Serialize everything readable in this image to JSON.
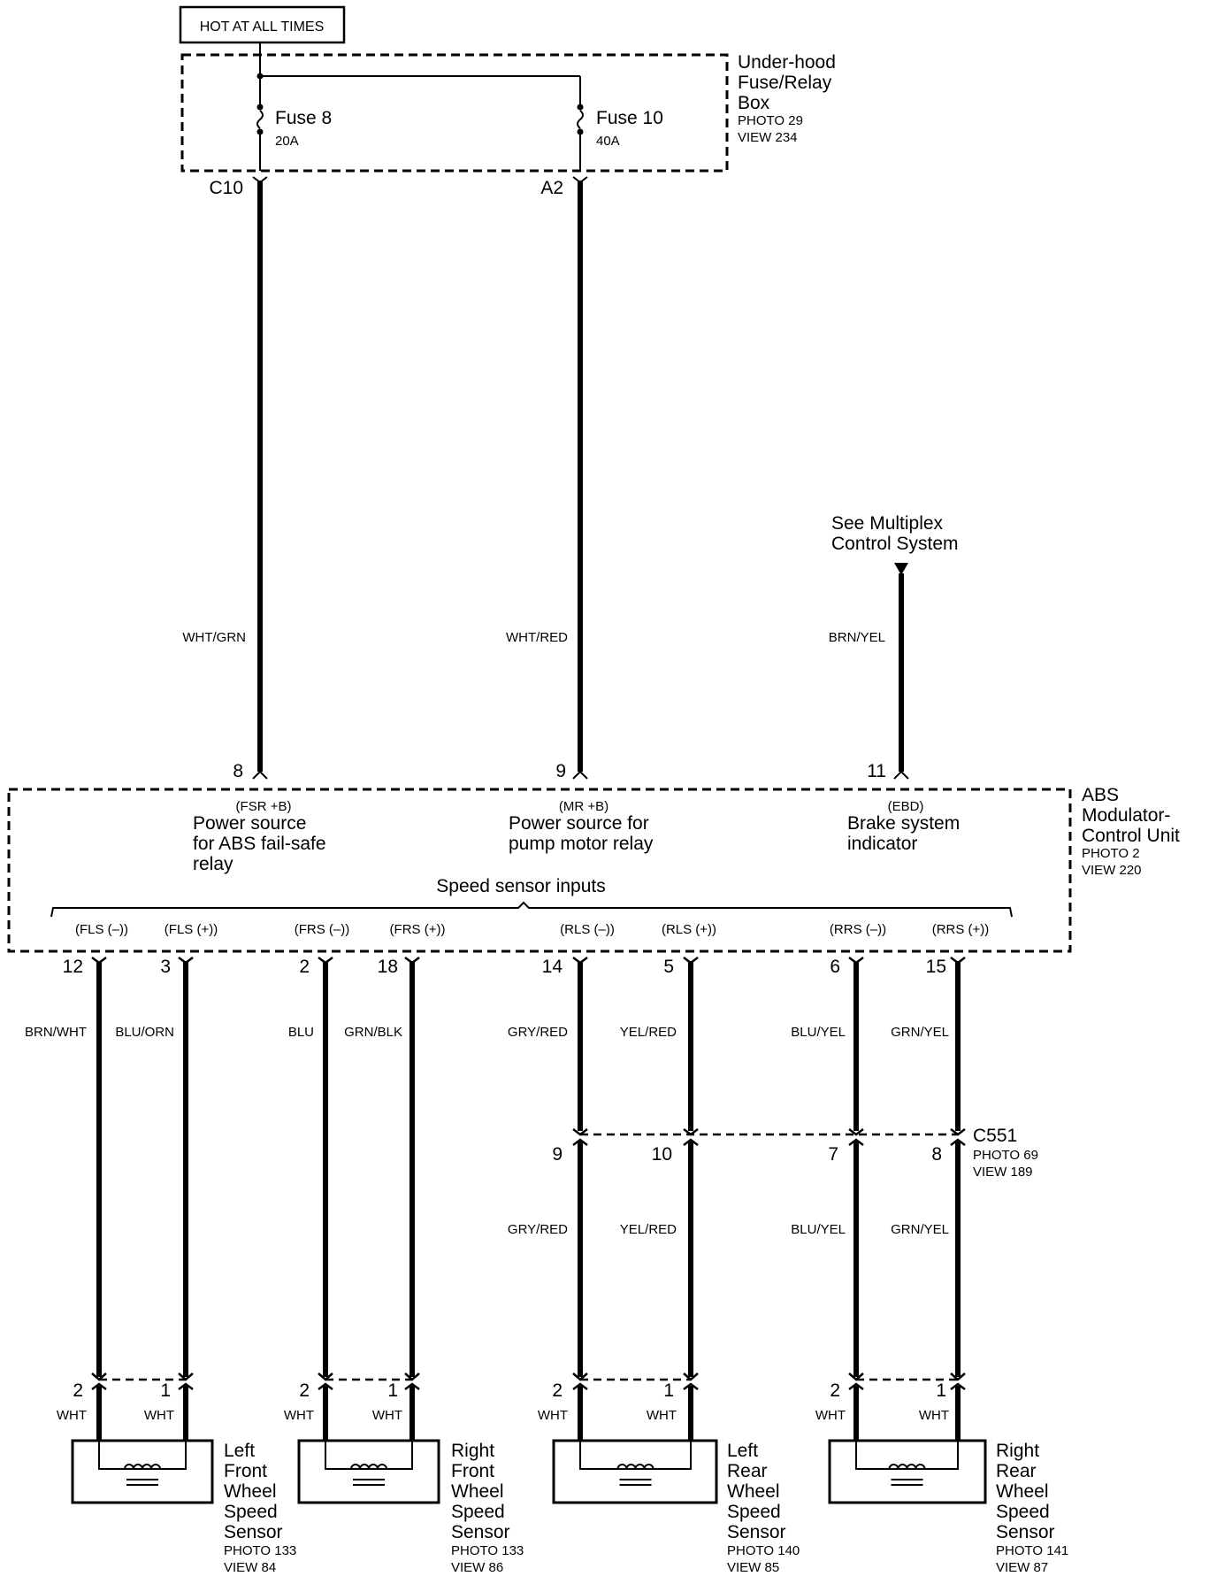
{
  "header": {
    "hot_label": "HOT AT ALL TIMES"
  },
  "fuse_box": {
    "title_1": "Under-hood",
    "title_2": "Fuse/Relay",
    "title_3": "Box",
    "photo": "PHOTO 29",
    "view": "VIEW 234",
    "fuses": [
      {
        "name": "Fuse 8",
        "rating": "20A",
        "terminal": "C10"
      },
      {
        "name": "Fuse 10",
        "rating": "40A",
        "terminal": "A2"
      }
    ]
  },
  "multiplex": {
    "line_1": "See Multiplex",
    "line_2": "Control System"
  },
  "upper_wires": [
    {
      "color": "WHT/GRN",
      "pin": "8"
    },
    {
      "color": "WHT/RED",
      "pin": "9"
    },
    {
      "color": "BRN/YEL",
      "pin": "11"
    }
  ],
  "abs_unit": {
    "title_1": "ABS",
    "title_2": "Modulator-",
    "title_3": "Control Unit",
    "photo": "PHOTO 2",
    "view": "VIEW 220",
    "functions": [
      {
        "code": "(FSR +B)",
        "line_1": "Power source",
        "line_2": "for ABS fail-safe",
        "line_3": "relay"
      },
      {
        "code": "(MR +B)",
        "line_1": "Power source for",
        "line_2": "pump motor relay",
        "line_3": ""
      },
      {
        "code": "(EBD)",
        "line_1": "Brake system",
        "line_2": "indicator",
        "line_3": ""
      }
    ],
    "speed_sensor_inputs": "Speed sensor inputs",
    "inputs": [
      {
        "code": "(FLS (–))",
        "pin": "12",
        "wire": "BRN/WHT"
      },
      {
        "code": "(FLS (+))",
        "pin": "3",
        "wire": "BLU/ORN"
      },
      {
        "code": "(FRS (–))",
        "pin": "2",
        "wire": "BLU"
      },
      {
        "code": "(FRS (+))",
        "pin": "18",
        "wire": "GRN/BLK"
      },
      {
        "code": "(RLS (–))",
        "pin": "14",
        "wire": "GRY/RED"
      },
      {
        "code": "(RLS (+))",
        "pin": "5",
        "wire": "YEL/RED"
      },
      {
        "code": "(RRS (–))",
        "pin": "6",
        "wire": "BLU/YEL"
      },
      {
        "code": "(RRS (+))",
        "pin": "15",
        "wire": "GRN/YEL"
      }
    ]
  },
  "connector_c551": {
    "name": "C551",
    "photo": "PHOTO 69",
    "view": "VIEW 189",
    "pins": [
      "9",
      "10",
      "7",
      "8"
    ],
    "wires": [
      "GRY/RED",
      "YEL/RED",
      "BLU/YEL",
      "GRN/YEL"
    ]
  },
  "sensors": [
    {
      "pin_a": "2",
      "pin_b": "1",
      "wire_a": "WHT",
      "wire_b": "WHT",
      "l1": "Left",
      "l2": "Front",
      "l3": "Wheel",
      "l4": "Speed",
      "l5": "Sensor",
      "photo": "PHOTO 133",
      "view": "VIEW 84"
    },
    {
      "pin_a": "2",
      "pin_b": "1",
      "wire_a": "WHT",
      "wire_b": "WHT",
      "l1": "Right",
      "l2": "Front",
      "l3": "Wheel",
      "l4": "Speed",
      "l5": "Sensor",
      "photo": "PHOTO 133",
      "view": "VIEW 86"
    },
    {
      "pin_a": "2",
      "pin_b": "1",
      "wire_a": "WHT",
      "wire_b": "WHT",
      "l1": "Left",
      "l2": "Rear",
      "l3": "Wheel",
      "l4": "Speed",
      "l5": "Sensor",
      "photo": "PHOTO 140",
      "view": "VIEW 85"
    },
    {
      "pin_a": "2",
      "pin_b": "1",
      "wire_a": "WHT",
      "wire_b": "WHT",
      "l1": "Right",
      "l2": "Rear",
      "l3": "Wheel",
      "l4": "Speed",
      "l5": "Sensor",
      "photo": "PHOTO 141",
      "view": "VIEW 87"
    }
  ]
}
